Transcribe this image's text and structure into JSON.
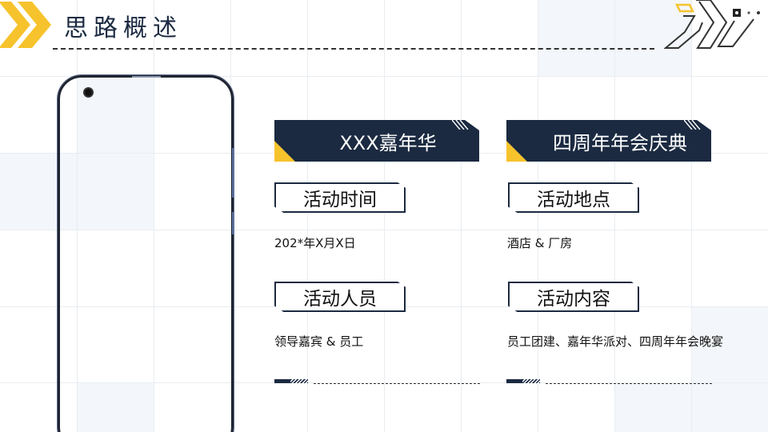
{
  "page": {
    "title": "思路概述"
  },
  "colors": {
    "navy": "#1b2a41",
    "accent_yellow": "#f6c32d",
    "grid_tile": "#f3f6fa",
    "grid_line": "#e9ecf1"
  },
  "columns": [
    {
      "banner": "XXX嘉年华",
      "items": [
        {
          "label": "活动时间",
          "value": "202*年X月X日"
        },
        {
          "label": "活动人员",
          "value": "领导嘉宾 & 员工"
        }
      ]
    },
    {
      "banner": "四周年年会庆典",
      "items": [
        {
          "label": "活动地点",
          "value": "酒店 & 厂房"
        },
        {
          "label": "活动内容",
          "value": "员工团建、嘉年华派对、四周年年会晚宴"
        }
      ]
    }
  ],
  "icons": {
    "header_left": "chevron-double-right-icon",
    "header_right": "chevron-triple-right-icon",
    "phone": "smartphone-frame"
  }
}
